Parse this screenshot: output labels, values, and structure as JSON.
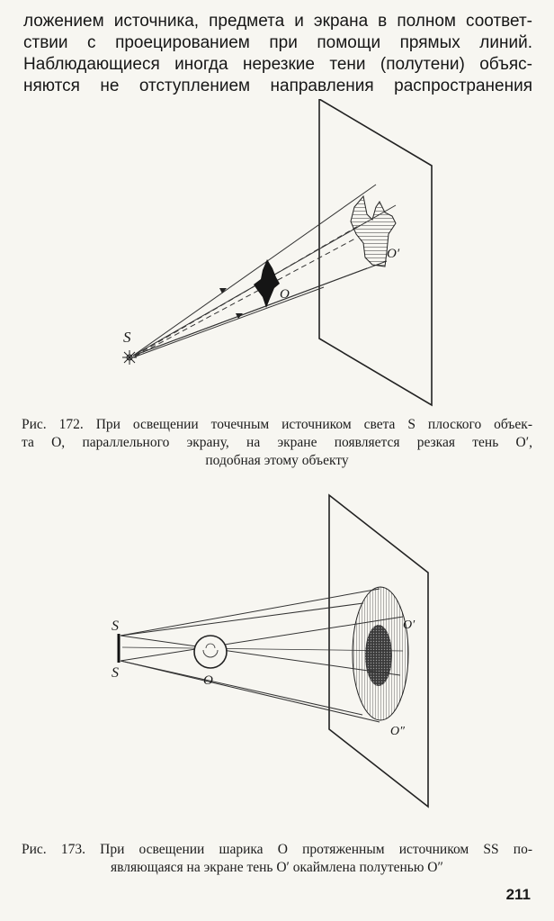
{
  "body_text": {
    "lines": [
      "ложением источника, предмета и экрана в полном соответ-",
      "ствии с проецированием при помощи прямых линий.",
      "Наблюдающиеся иногда нерезкие тени (полутени) объяс-",
      "няются не отступлением направления распространения"
    ]
  },
  "figure1": {
    "labels": {
      "source": "S",
      "object": "O",
      "shadow": "O′"
    },
    "caption": {
      "lines": [
        "Рис. 172. При освещении точечным источником света S плоского объек-",
        "та O, параллельного экрану, на экране появляется резкая тень O′,",
        "подобная этому объекту"
      ]
    }
  },
  "figure2": {
    "labels": {
      "source_top": "S",
      "source_bottom": "S",
      "ball": "O",
      "umbra": "O′",
      "penumbra": "O″"
    },
    "caption": {
      "lines": [
        "Рис. 173. При освещении шарика O протяженным источником SS по-",
        "являющаяся на экране тень O′ окаймлена полутенью O″"
      ]
    }
  },
  "page_number": "211"
}
